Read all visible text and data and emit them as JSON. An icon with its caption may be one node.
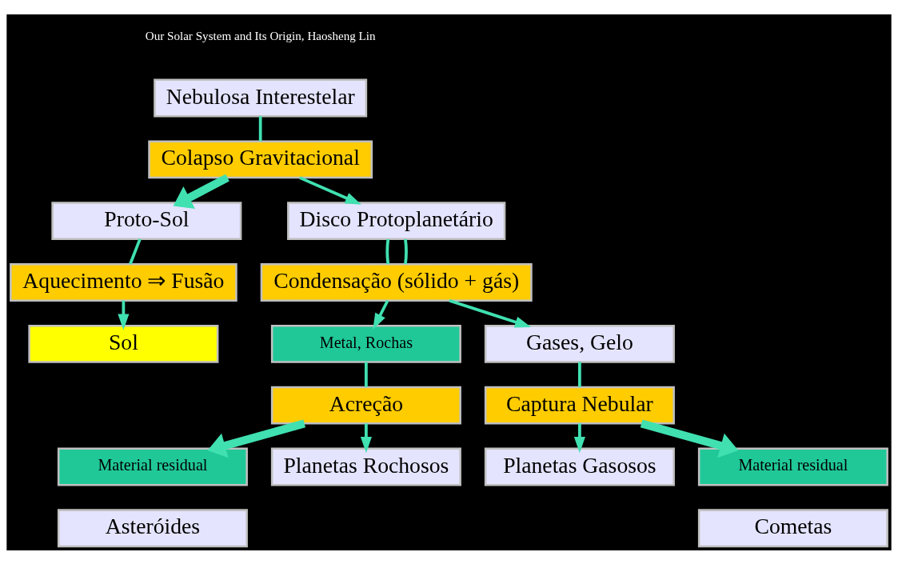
{
  "diagram": {
    "nodes": [
      {
        "text": [
          "Nebulosa Interestelar"
        ]
      },
      {
        "text": [
          "Colapso Gravitacional"
        ]
      },
      {
        "text": [
          "Proto-Sol"
        ]
      },
      {
        "text": [
          "Disco Protoplanetário"
        ]
      },
      {
        "text": [
          "Aquecimento ⇒ Fusão"
        ]
      },
      {
        "text": [
          "Condensação (sólido + gás)"
        ]
      },
      {
        "text": [
          "Sol"
        ]
      },
      {
        "text": [
          "Metal, Rochas"
        ]
      },
      {
        "text": [
          "Gases, Gelo"
        ]
      },
      {
        "text": [
          "Acreção"
        ]
      },
      {
        "text": [
          "Captura Nebular"
        ]
      },
      {
        "text": [
          "Material residual"
        ]
      },
      {
        "text": [
          "Asteróides"
        ]
      },
      {
        "text": [
          "Planetas Rochosos"
        ]
      },
      {
        "text": [
          "Planetas Gasosos"
        ]
      },
      {
        "text": [
          "Material residual"
        ]
      },
      {
        "text": [
          "Cometas"
        ]
      }
    ],
    "edges": [
      {
        "from": 0,
        "to": 1,
        "arrow": "none"
      },
      {
        "from": 1,
        "to": 2,
        "arrow": "to",
        "style": "thick"
      },
      {
        "from": 1,
        "to": 3,
        "arrow": "to"
      },
      {
        "from": 2,
        "to": 4,
        "arrow": "none"
      },
      {
        "from": 3,
        "to": 5,
        "arrow": "none"
      },
      {
        "from": 3,
        "to": 5,
        "arrow": "none"
      },
      {
        "from": 4,
        "to": 6,
        "arrow": "to"
      },
      {
        "from": 5,
        "to": 7,
        "arrow": "to"
      },
      {
        "from": 5,
        "to": 8,
        "arrow": "to"
      },
      {
        "from": 7,
        "to": 9,
        "arrow": "none"
      },
      {
        "from": 8,
        "to": 10,
        "arrow": "none"
      },
      {
        "from": 9,
        "to": 11,
        "arrow": "to",
        "style": "thick"
      },
      {
        "from": 9,
        "to": 13,
        "arrow": "to"
      },
      {
        "from": 10,
        "to": 14,
        "arrow": "to"
      },
      {
        "from": 10,
        "to": 15,
        "arrow": "to",
        "style": "thick"
      }
    ],
    "labels": [
      "Our Solar System and Its Origin, Haosheng Lin"
    ]
  }
}
